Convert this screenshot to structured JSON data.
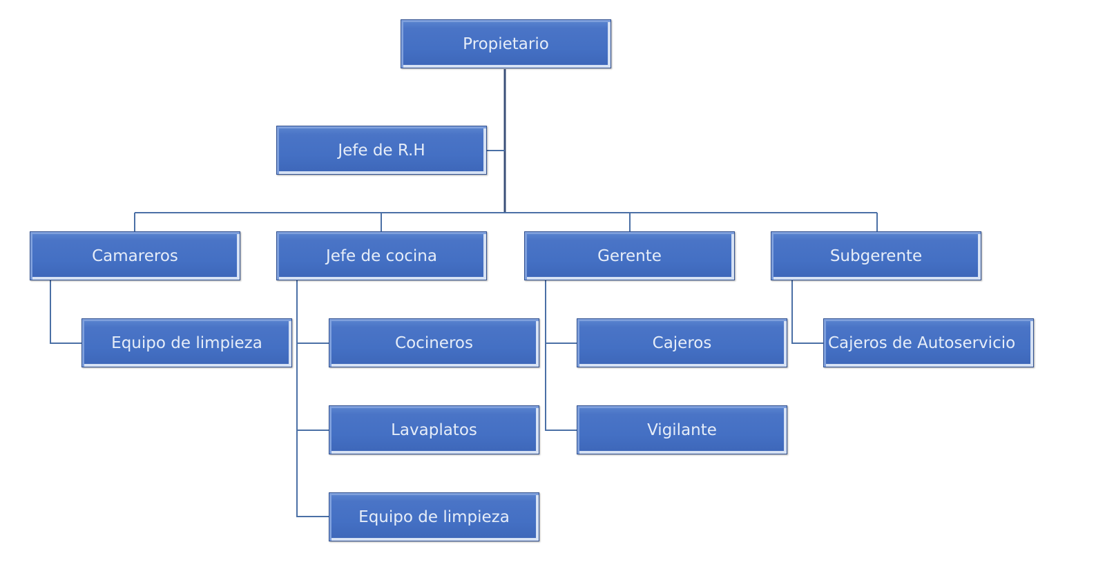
{
  "colors": {
    "box": "#4472c4",
    "line": "#4a6fa5",
    "text": "#e6edf8"
  },
  "nodes": {
    "propietario": "Propietario",
    "jefe_rh": "Jefe de R.H",
    "camareros": "Camareros",
    "jefe_cocina": "Jefe de cocina",
    "gerente": "Gerente",
    "subgerente": "Subgerente",
    "equipo_limpieza_1": "Equipo de limpieza",
    "cocineros": "Cocineros",
    "lavaplatos": "Lavaplatos",
    "equipo_limpieza_2": "Equipo de limpieza",
    "cajeros": "Cajeros",
    "vigilante": "Vigilante",
    "cajeros_autoservicio": "Cajeros de Autoservicio"
  }
}
